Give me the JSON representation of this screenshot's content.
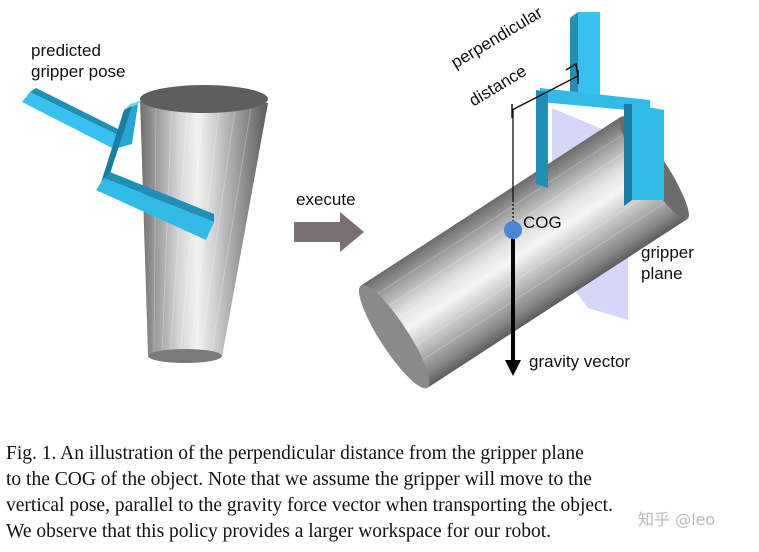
{
  "figure": {
    "labels": {
      "predicted_gripper_pose": [
        "predicted",
        "gripper pose"
      ],
      "execute": "execute",
      "perpendicular_distance": [
        "perpendicular",
        "distance"
      ],
      "cog": "COG",
      "gripper_plane": [
        "gripper",
        "plane"
      ],
      "gravity_vector": "gravity vector"
    },
    "colors": {
      "gripper": "#33bbe8",
      "cylinder": "#a8a8a8",
      "cog_dot": "#4a86d6",
      "arrow": "#7a7070",
      "gripper_plane": "#c8c8f5"
    }
  },
  "caption": {
    "lines": [
      "Fig. 1.   An illustration of the perpendicular distance from the gripper plane",
      "to the COG of the object. Note that we assume the gripper will move to the",
      "vertical pose, parallel to the gravity force vector when transporting the object.",
      "We observe that this policy provides a larger workspace for our robot."
    ]
  },
  "watermark": "知乎 @leo"
}
